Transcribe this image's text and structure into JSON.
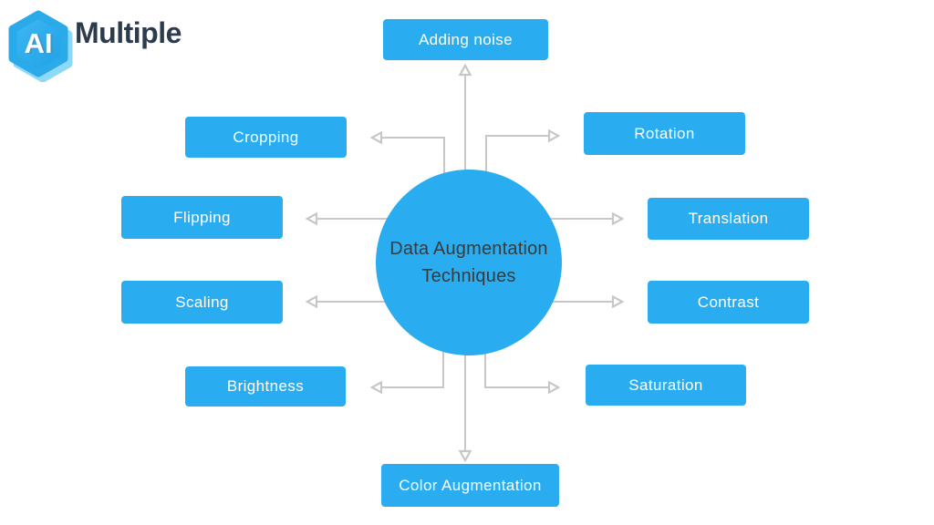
{
  "logo": {
    "hex_label": "AI",
    "brand": "Multiple"
  },
  "center": {
    "line1": "Data Augmentation",
    "line2": "Techniques"
  },
  "nodes": [
    {
      "id": "adding-noise",
      "label": "Adding noise"
    },
    {
      "id": "cropping",
      "label": "Cropping"
    },
    {
      "id": "rotation",
      "label": "Rotation"
    },
    {
      "id": "flipping",
      "label": "Flipping"
    },
    {
      "id": "translation",
      "label": "Translation"
    },
    {
      "id": "scaling",
      "label": "Scaling"
    },
    {
      "id": "contrast",
      "label": "Contrast"
    },
    {
      "id": "brightness",
      "label": "Brightness"
    },
    {
      "id": "saturation",
      "label": "Saturation"
    },
    {
      "id": "color-augmentation",
      "label": "Color Augmentation"
    }
  ],
  "edges": [
    {
      "from": "center",
      "to": "adding-noise"
    },
    {
      "from": "center",
      "to": "cropping"
    },
    {
      "from": "center",
      "to": "rotation"
    },
    {
      "from": "center",
      "to": "flipping"
    },
    {
      "from": "center",
      "to": "translation"
    },
    {
      "from": "center",
      "to": "scaling"
    },
    {
      "from": "center",
      "to": "contrast"
    },
    {
      "from": "center",
      "to": "brightness"
    },
    {
      "from": "center",
      "to": "saturation"
    },
    {
      "from": "center",
      "to": "color-augmentation"
    }
  ],
  "colors": {
    "node_blue": "#29ADF0",
    "arrow_gray": "#C7C7C7",
    "brand_navy": "#2D3B4F",
    "circle_text": "#3A3A3A",
    "logo_hex_back": "#8ED9F8",
    "logo_hex_front": "#2BABEC"
  }
}
